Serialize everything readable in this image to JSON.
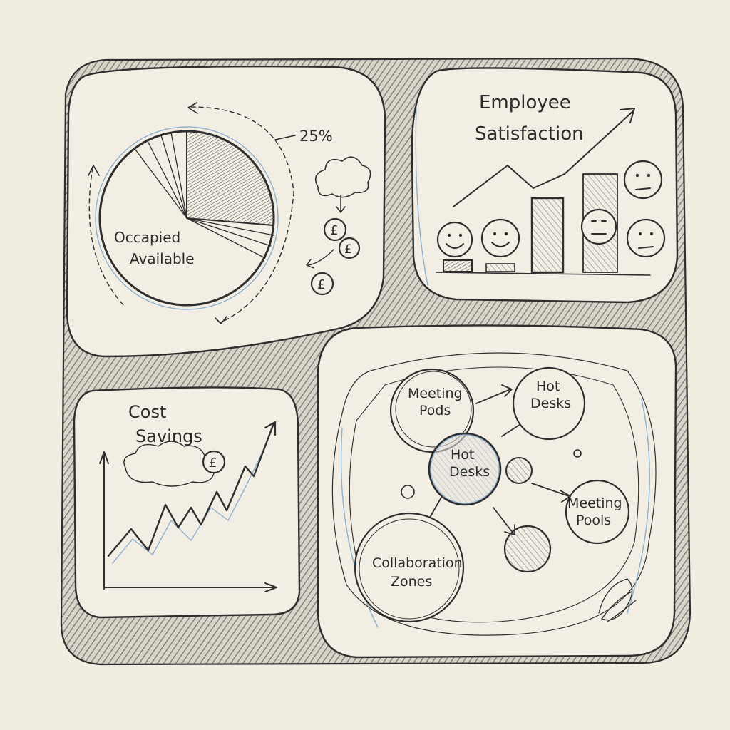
{
  "pie_panel": {
    "percent_label": "25%",
    "label_occupied": "Occapied",
    "label_available": "Available",
    "currency_symbol": "£"
  },
  "satisfaction_panel": {
    "title_line1": "Employee",
    "title_line2": "Satisfaction"
  },
  "cost_panel": {
    "title_line1": "Cost",
    "title_line2": "Savings",
    "currency_symbol": "£"
  },
  "workspace_panel": {
    "bubbles": [
      {
        "line1": "Meeting",
        "line2": "Pods"
      },
      {
        "line1": "Hot",
        "line2": "Desks"
      },
      {
        "line1": "Hot",
        "line2": "Desks"
      },
      {
        "line1": "Meeting",
        "line2": "Pools"
      },
      {
        "line1": "Collaboration",
        "line2": "Zones"
      }
    ]
  },
  "colors": {
    "paper": "#f2ede1",
    "panel": "#f3eee3",
    "pencil": "#2e2e2e",
    "hatch": "#8a8a8a",
    "blue_pencil": "#8fb0cf"
  }
}
